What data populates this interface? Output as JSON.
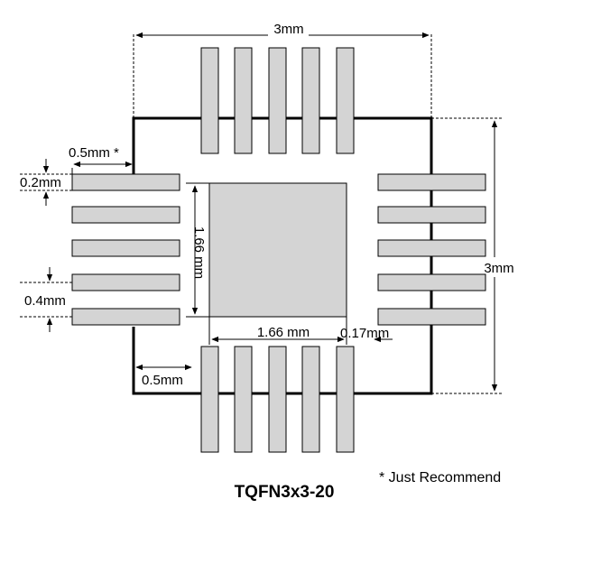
{
  "diagram": {
    "title": "TQFN3x3-20",
    "note": "*  Just Recommend",
    "dimensions": {
      "top_width": "3mm",
      "right_height": "3mm",
      "pad_length": "0.5mm *",
      "pad_width": "0.2mm",
      "pad_pitch": "0.4mm",
      "center_height": "1.66 mm",
      "center_width": "1.66 mm",
      "center_gap": "0.17mm",
      "pad_offset": "0.5mm"
    },
    "colors": {
      "pad_fill": "#d4d4d4",
      "outline": "#000000"
    }
  }
}
